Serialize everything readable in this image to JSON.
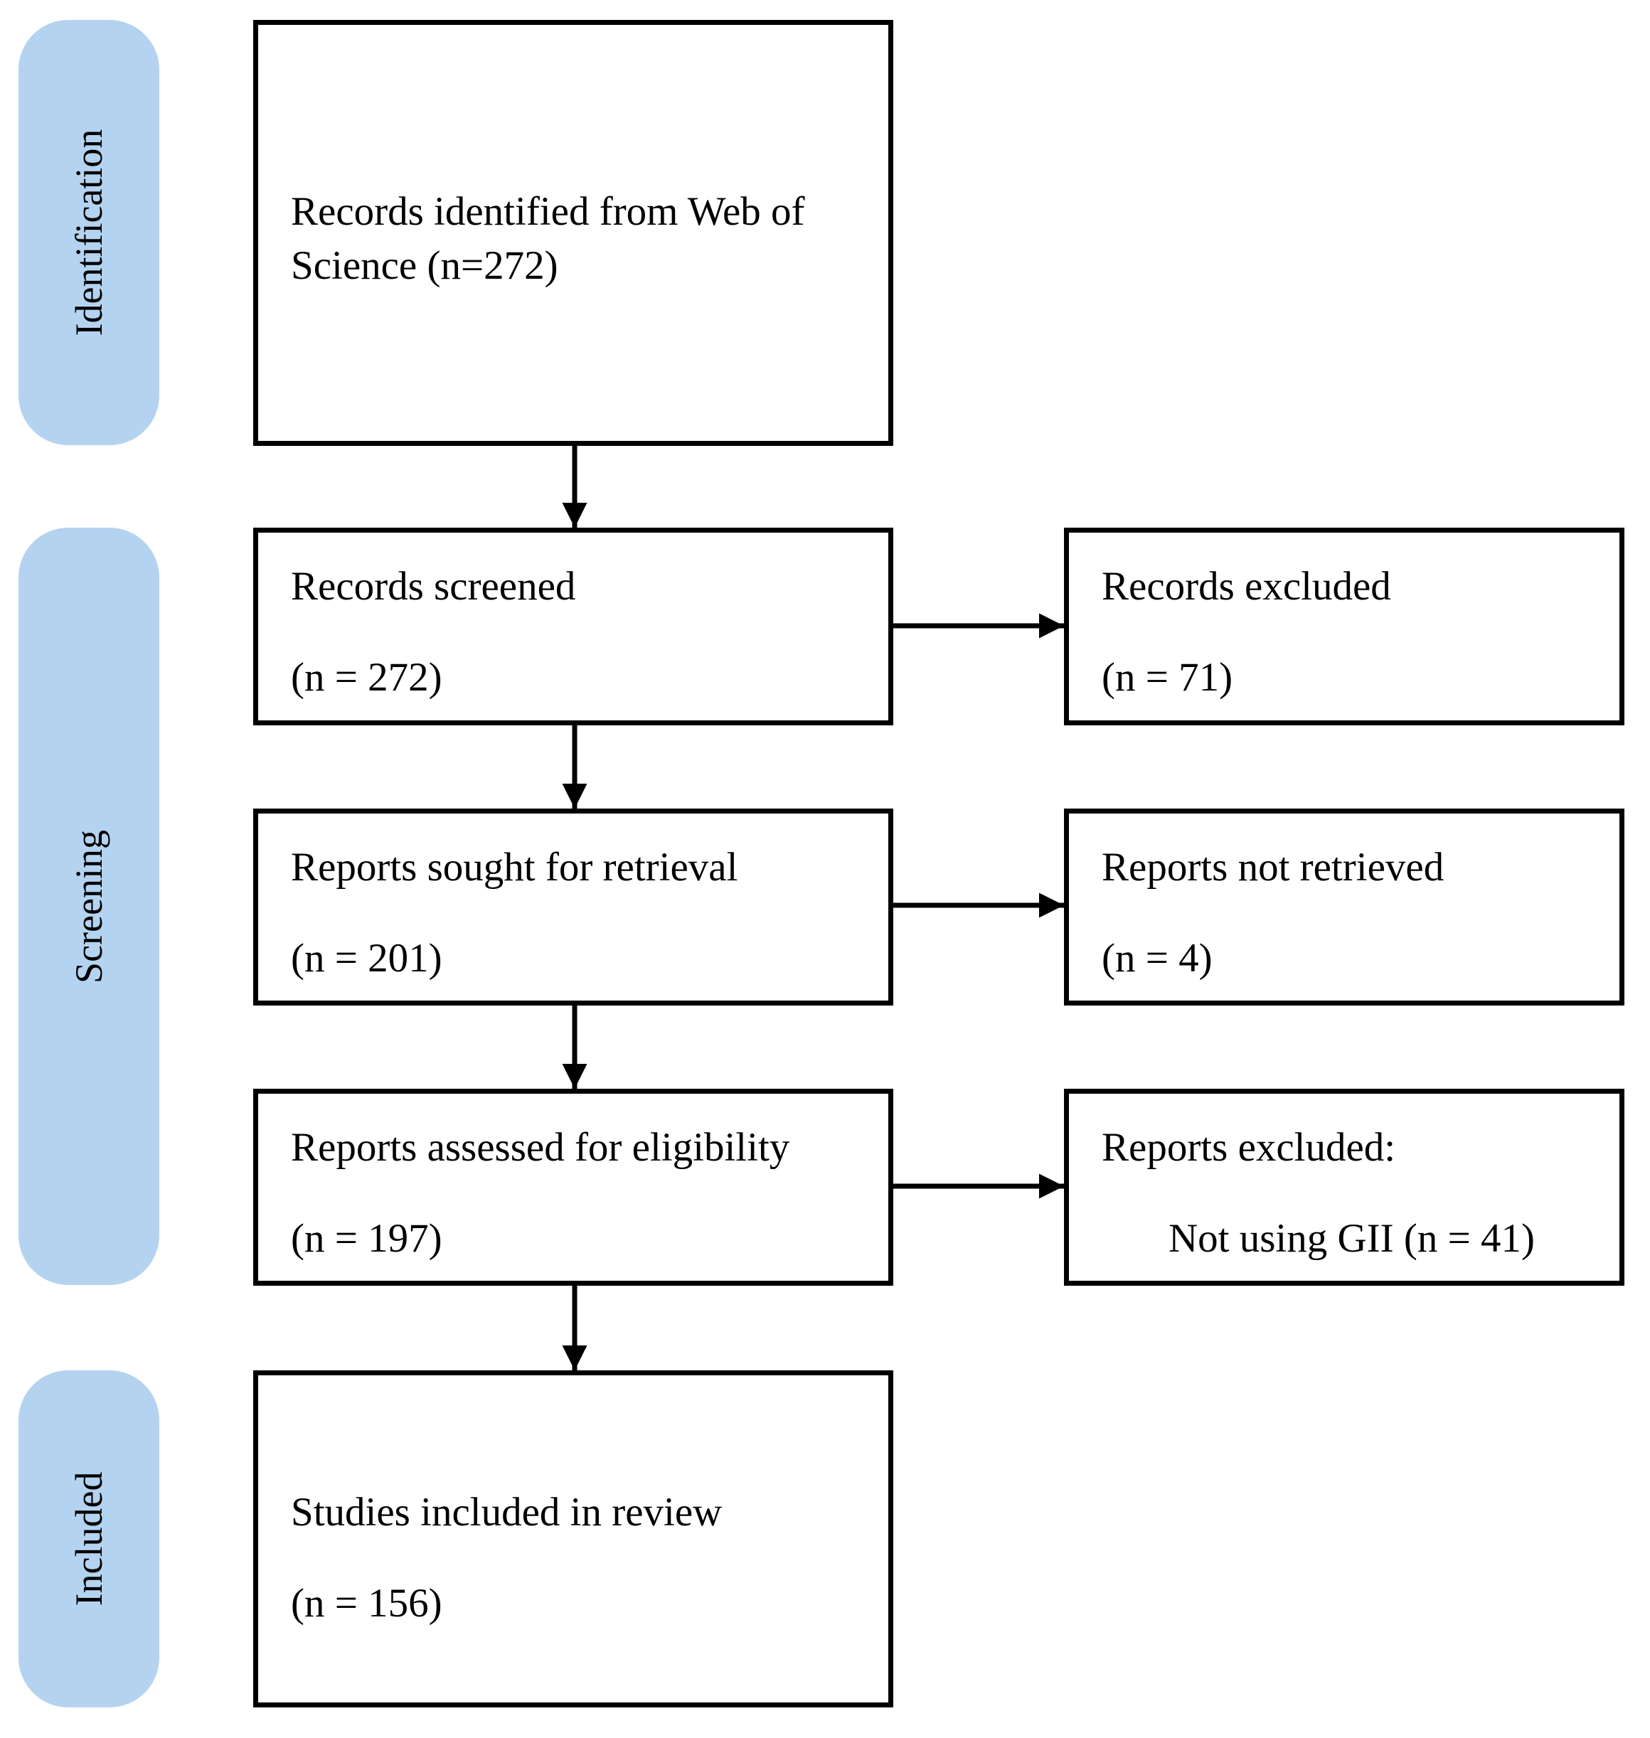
{
  "phases": {
    "identification": "Identification",
    "screening": "Screening",
    "included": "Included"
  },
  "boxes": {
    "identified": "Records identified from Web of Science (n=272)",
    "screened_label": "Records screened",
    "screened_count": "(n = 272)",
    "excluded_label": "Records excluded",
    "excluded_count": "(n = 71)",
    "sought_label": "Reports sought for retrieval",
    "sought_count": "(n = 201)",
    "not_retrieved_label": "Reports not retrieved",
    "not_retrieved_count": "(n = 4)",
    "assessed_label": "Reports assessed for eligibility",
    "assessed_count": "(n = 197)",
    "reports_excluded_label": "Reports excluded:",
    "reports_excluded_reason": "Not using GII (n = 41)",
    "included_label": "Studies included in review",
    "included_count": "(n = 156)"
  },
  "colors": {
    "phase_fill": "#b4d3f0",
    "box_border": "#000000"
  }
}
